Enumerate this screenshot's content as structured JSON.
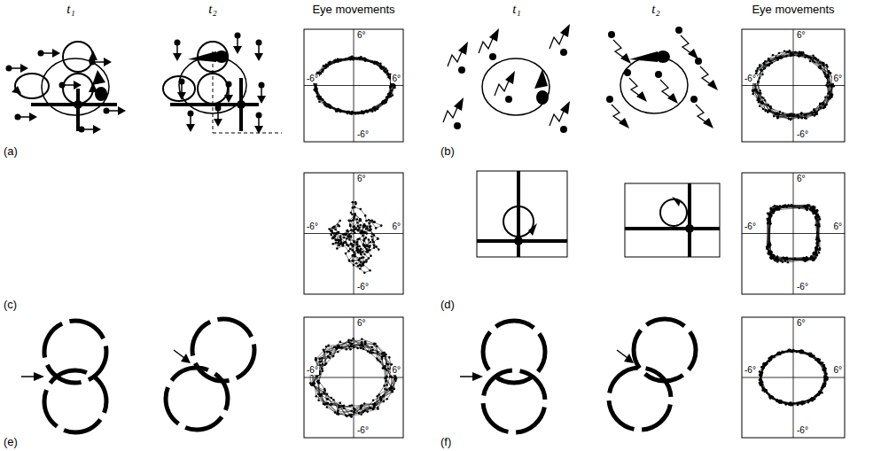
{
  "diagram": {
    "labels": [
      "t₁",
      "t₂",
      "Eye movements",
      "t₁",
      "t₂",
      "Eye movements",
      "6°",
      "-6°",
      "6°",
      "-6°",
      "6°",
      "-6°",
      "6°",
      "-6°",
      "6°",
      "-6°",
      "6°",
      "-6°",
      "6°",
      "-6°",
      "6°",
      "-6°",
      "6°",
      "-6°",
      "6°",
      "-6°",
      "6°",
      "-6°",
      "6°",
      "-6°",
      "(a)",
      "(b)",
      "(c)",
      "(d)",
      "(e)",
      "(f)"
    ]
  }
}
